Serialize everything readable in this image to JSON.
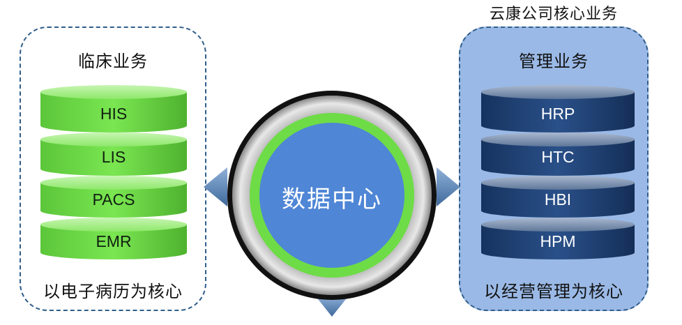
{
  "company_title": "云康公司核心业务",
  "left_panel": {
    "title": "临床业务",
    "systems": [
      "HIS",
      "LIS",
      "PACS",
      "EMR"
    ],
    "footer": "以电子病历为核心",
    "disc_color": "#6edc46"
  },
  "right_panel": {
    "title": "管理业务",
    "systems": [
      "HRP",
      "HTC",
      "HBI",
      "HPM"
    ],
    "footer": "以经营管理为核心",
    "disc_color": "#1f3f73",
    "background": "#9ab9e6"
  },
  "center": {
    "label": "数据中心",
    "inner_color": "#4f86d6",
    "ring_color": "#6edc46"
  }
}
